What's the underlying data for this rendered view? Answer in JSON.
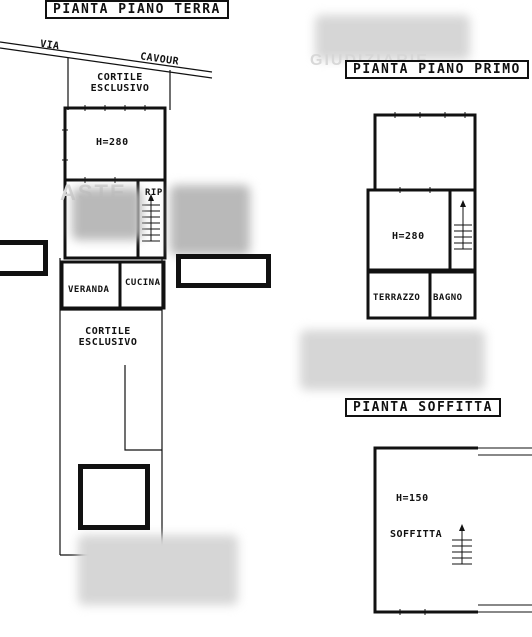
{
  "ground_floor": {
    "title": "PIANTA PIANO TERRA",
    "street_left": "VIA",
    "street_right": "CAVOUR",
    "courtyard_top": "CORTILE\nESCLUSIVO",
    "room_height": "H=280",
    "closet": "RIP",
    "veranda": "VERANDA",
    "kitchen": "CUCINA",
    "courtyard_bottom": "CORTILE\nESCLUSIVO"
  },
  "first_floor": {
    "title": "PIANTA PIANO PRIMO",
    "room_height": "H=280",
    "terrace": "TERRAZZO",
    "bathroom": "BAGNO"
  },
  "attic": {
    "title": "PIANTA SOFFITTA",
    "room_height": "H=150",
    "label": "SOFFITTA"
  },
  "watermarks": [
    "ASTE",
    "GIUDIZIARIE"
  ]
}
